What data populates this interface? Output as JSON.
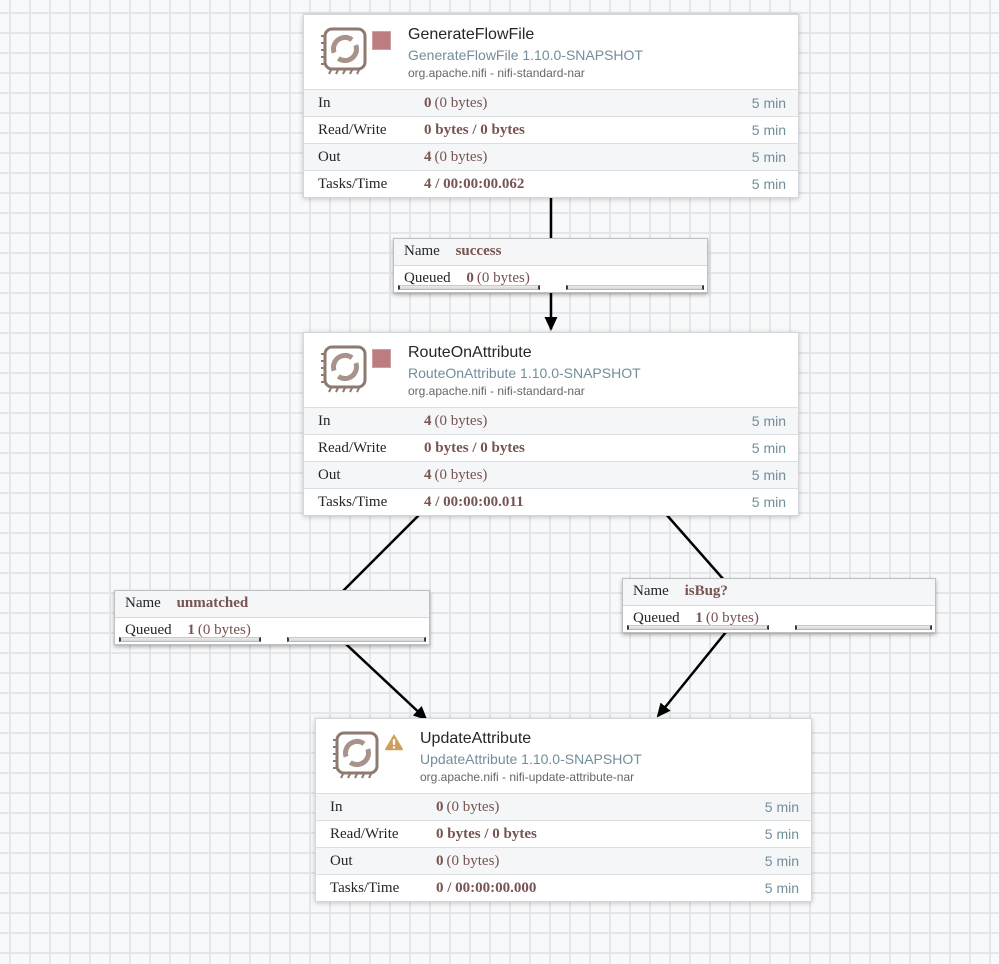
{
  "colors": {
    "value_brown": "#775351",
    "muted_blue": "#728e9b",
    "stopped_square": "#bd7c7f",
    "warning_amber": "#cf9f5d",
    "icon_taupe": "#8e7a70",
    "wire_black": "#000000"
  },
  "processors": [
    {
      "name": "GenerateFlowFile",
      "type": "GenerateFlowFile 1.10.0-SNAPSHOT",
      "bundle": "org.apache.nifi - nifi-standard-nar",
      "run_status": "stopped",
      "stats": [
        {
          "label": "In",
          "value": "0",
          "detail": "(0 bytes)",
          "window": "5 min"
        },
        {
          "label": "Read/Write",
          "value": "0 bytes / 0 bytes",
          "detail": "",
          "window": "5 min"
        },
        {
          "label": "Out",
          "value": "4",
          "detail": "(0 bytes)",
          "window": "5 min"
        },
        {
          "label": "Tasks/Time",
          "value": "4 / 00:00:00.062",
          "detail": "",
          "window": "5 min"
        }
      ]
    },
    {
      "name": "RouteOnAttribute",
      "type": "RouteOnAttribute 1.10.0-SNAPSHOT",
      "bundle": "org.apache.nifi - nifi-standard-nar",
      "run_status": "stopped",
      "stats": [
        {
          "label": "In",
          "value": "4",
          "detail": "(0 bytes)",
          "window": "5 min"
        },
        {
          "label": "Read/Write",
          "value": "0 bytes / 0 bytes",
          "detail": "",
          "window": "5 min"
        },
        {
          "label": "Out",
          "value": "4",
          "detail": "(0 bytes)",
          "window": "5 min"
        },
        {
          "label": "Tasks/Time",
          "value": "4 / 00:00:00.011",
          "detail": "",
          "window": "5 min"
        }
      ]
    },
    {
      "name": "UpdateAttribute",
      "type": "UpdateAttribute 1.10.0-SNAPSHOT",
      "bundle": "org.apache.nifi - nifi-update-attribute-nar",
      "run_status": "invalid",
      "stats": [
        {
          "label": "In",
          "value": "0",
          "detail": "(0 bytes)",
          "window": "5 min"
        },
        {
          "label": "Read/Write",
          "value": "0 bytes / 0 bytes",
          "detail": "",
          "window": "5 min"
        },
        {
          "label": "Out",
          "value": "0",
          "detail": "(0 bytes)",
          "window": "5 min"
        },
        {
          "label": "Tasks/Time",
          "value": "0 / 00:00:00.000",
          "detail": "",
          "window": "5 min"
        }
      ]
    }
  ],
  "connections": [
    {
      "name_label": "Name",
      "name": "success",
      "queued_label": "Queued",
      "queued": "0",
      "queued_detail": "(0 bytes)"
    },
    {
      "name_label": "Name",
      "name": "unmatched",
      "queued_label": "Queued",
      "queued": "1",
      "queued_detail": "(0 bytes)"
    },
    {
      "name_label": "Name",
      "name": "isBug?",
      "queued_label": "Queued",
      "queued": "1",
      "queued_detail": "(0 bytes)"
    }
  ]
}
